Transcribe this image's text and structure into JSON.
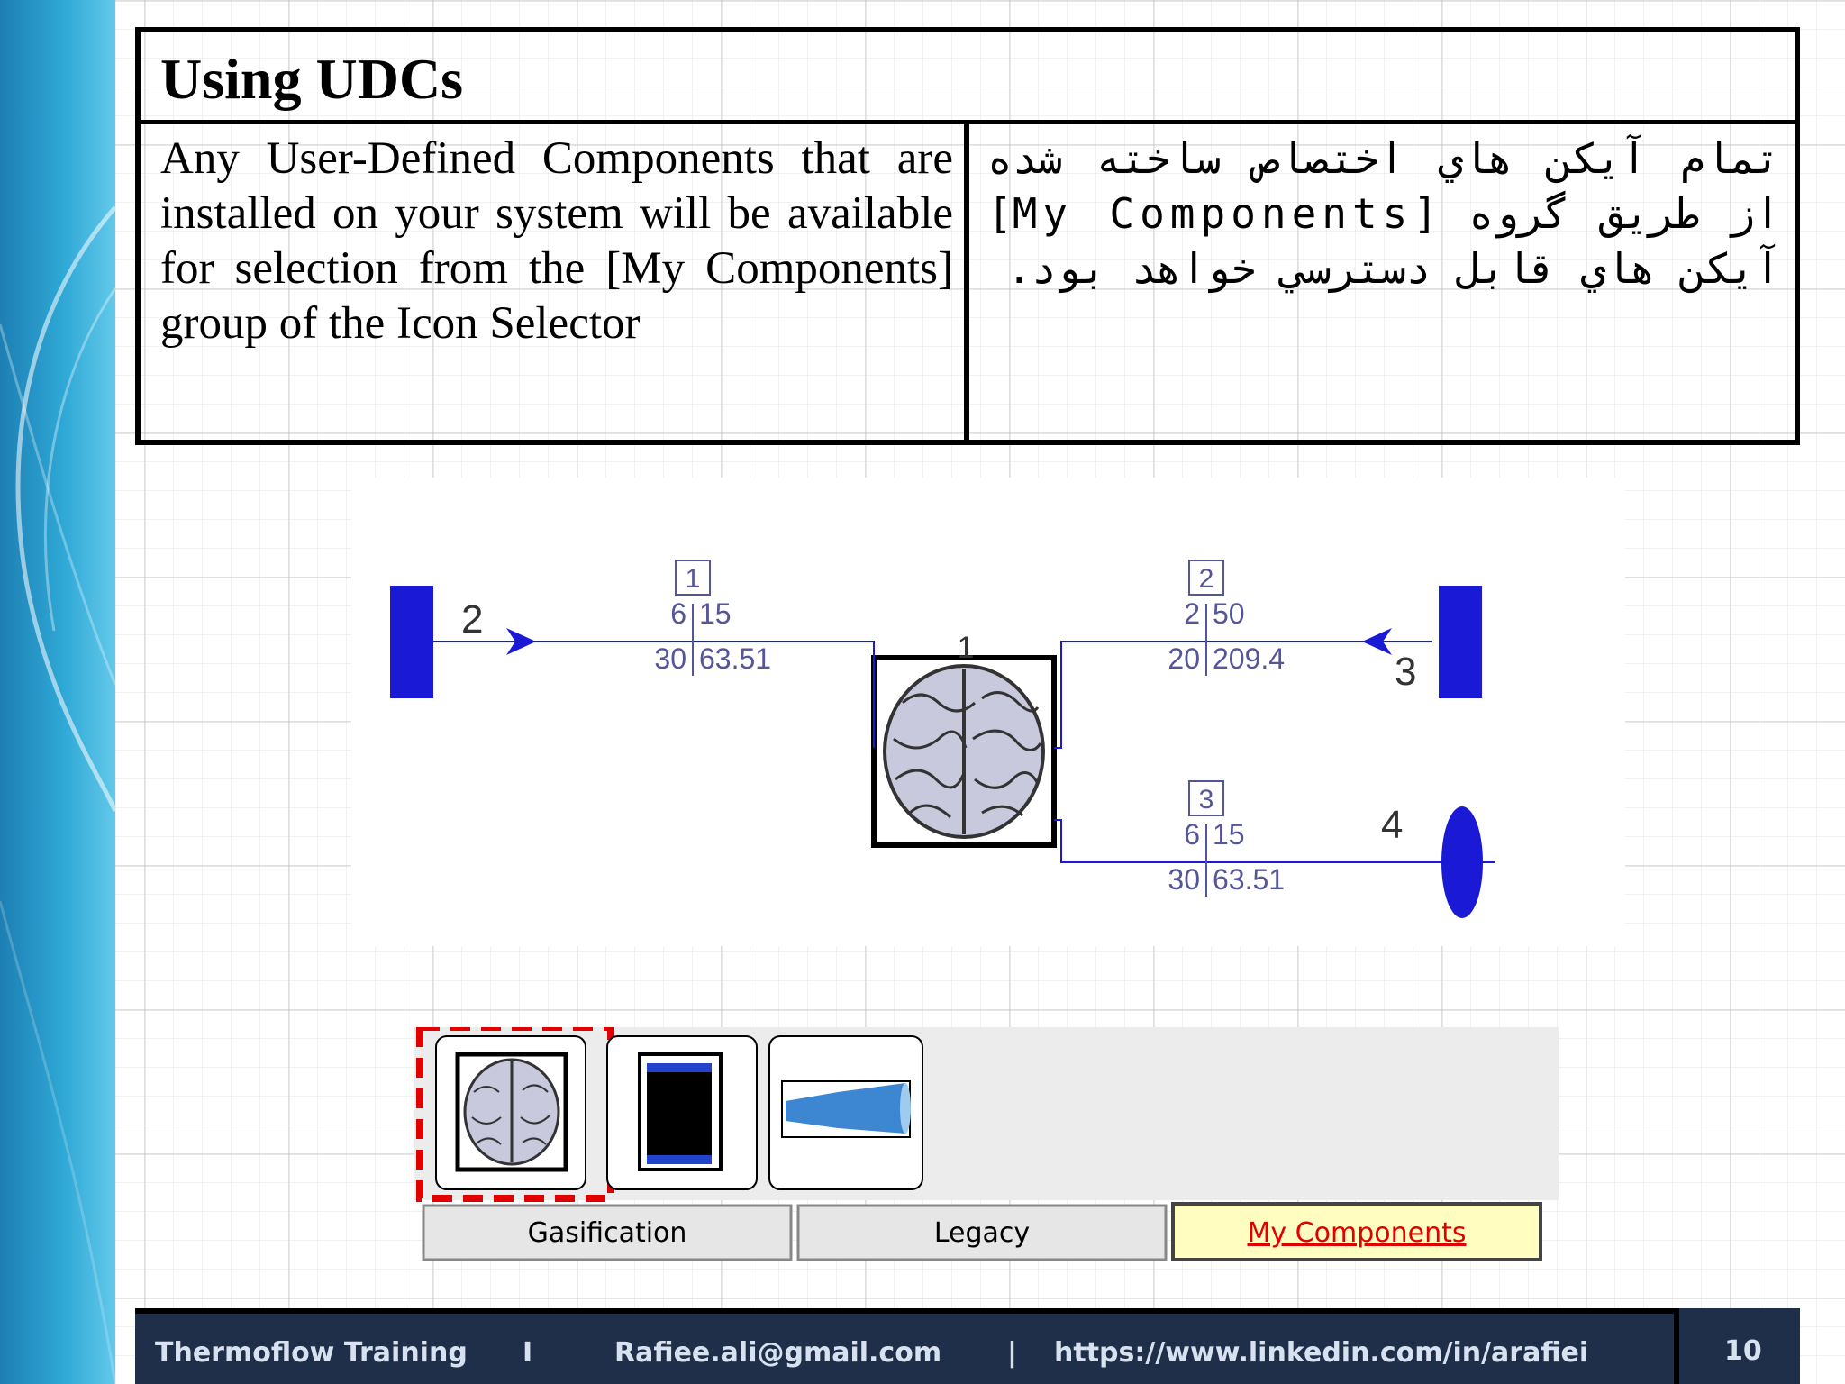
{
  "slide": {
    "title": "Using UDCs",
    "english_text": "Any User-Defined Components that are installed on your system will be available for selection from the [My Components] group of the Icon Selector",
    "persian_text": "تمام آيکن هاي اختصاص ساخته شده از طريق گروه [My Components] آيکن هاي قابل دسترسي خواهد بود."
  },
  "diagram": {
    "component_number": "1",
    "streams": [
      {
        "id": "1",
        "from_node": "2",
        "top_left": "6",
        "top_right": "15",
        "bottom_left": "30",
        "bottom_right": "63.51"
      },
      {
        "id": "2",
        "from_node": "3",
        "top_left": "2",
        "top_right": "50",
        "bottom_left": "20",
        "bottom_right": "209.4"
      },
      {
        "id": "3",
        "to_node": "4",
        "top_left": "6",
        "top_right": "15",
        "bottom_left": "30",
        "bottom_right": "63.51"
      }
    ],
    "colors": {
      "stream": "#1a1ad6",
      "node": "#1a1ad6",
      "label": "#555599"
    }
  },
  "palette": {
    "icons": [
      {
        "name": "brain-icon",
        "selected": true
      },
      {
        "name": "drum-icon",
        "selected": false
      },
      {
        "name": "nozzle-icon",
        "selected": false
      }
    ],
    "tabs": [
      {
        "label": "Gasification",
        "active": false
      },
      {
        "label": "Legacy",
        "active": false
      },
      {
        "label": "My Components",
        "active": true
      }
    ],
    "colors": {
      "active_tab_bg": "#fffdbf",
      "active_tab_text": "#e00000",
      "selection": "#e00000"
    }
  },
  "footer": {
    "brand": "Thermoflow Training",
    "sep1": "I",
    "email": "Rafiee.ali@gmail.com",
    "sep2": "|",
    "url": "https://www.linkedin.com/in/arafiei",
    "page_number": "10"
  }
}
